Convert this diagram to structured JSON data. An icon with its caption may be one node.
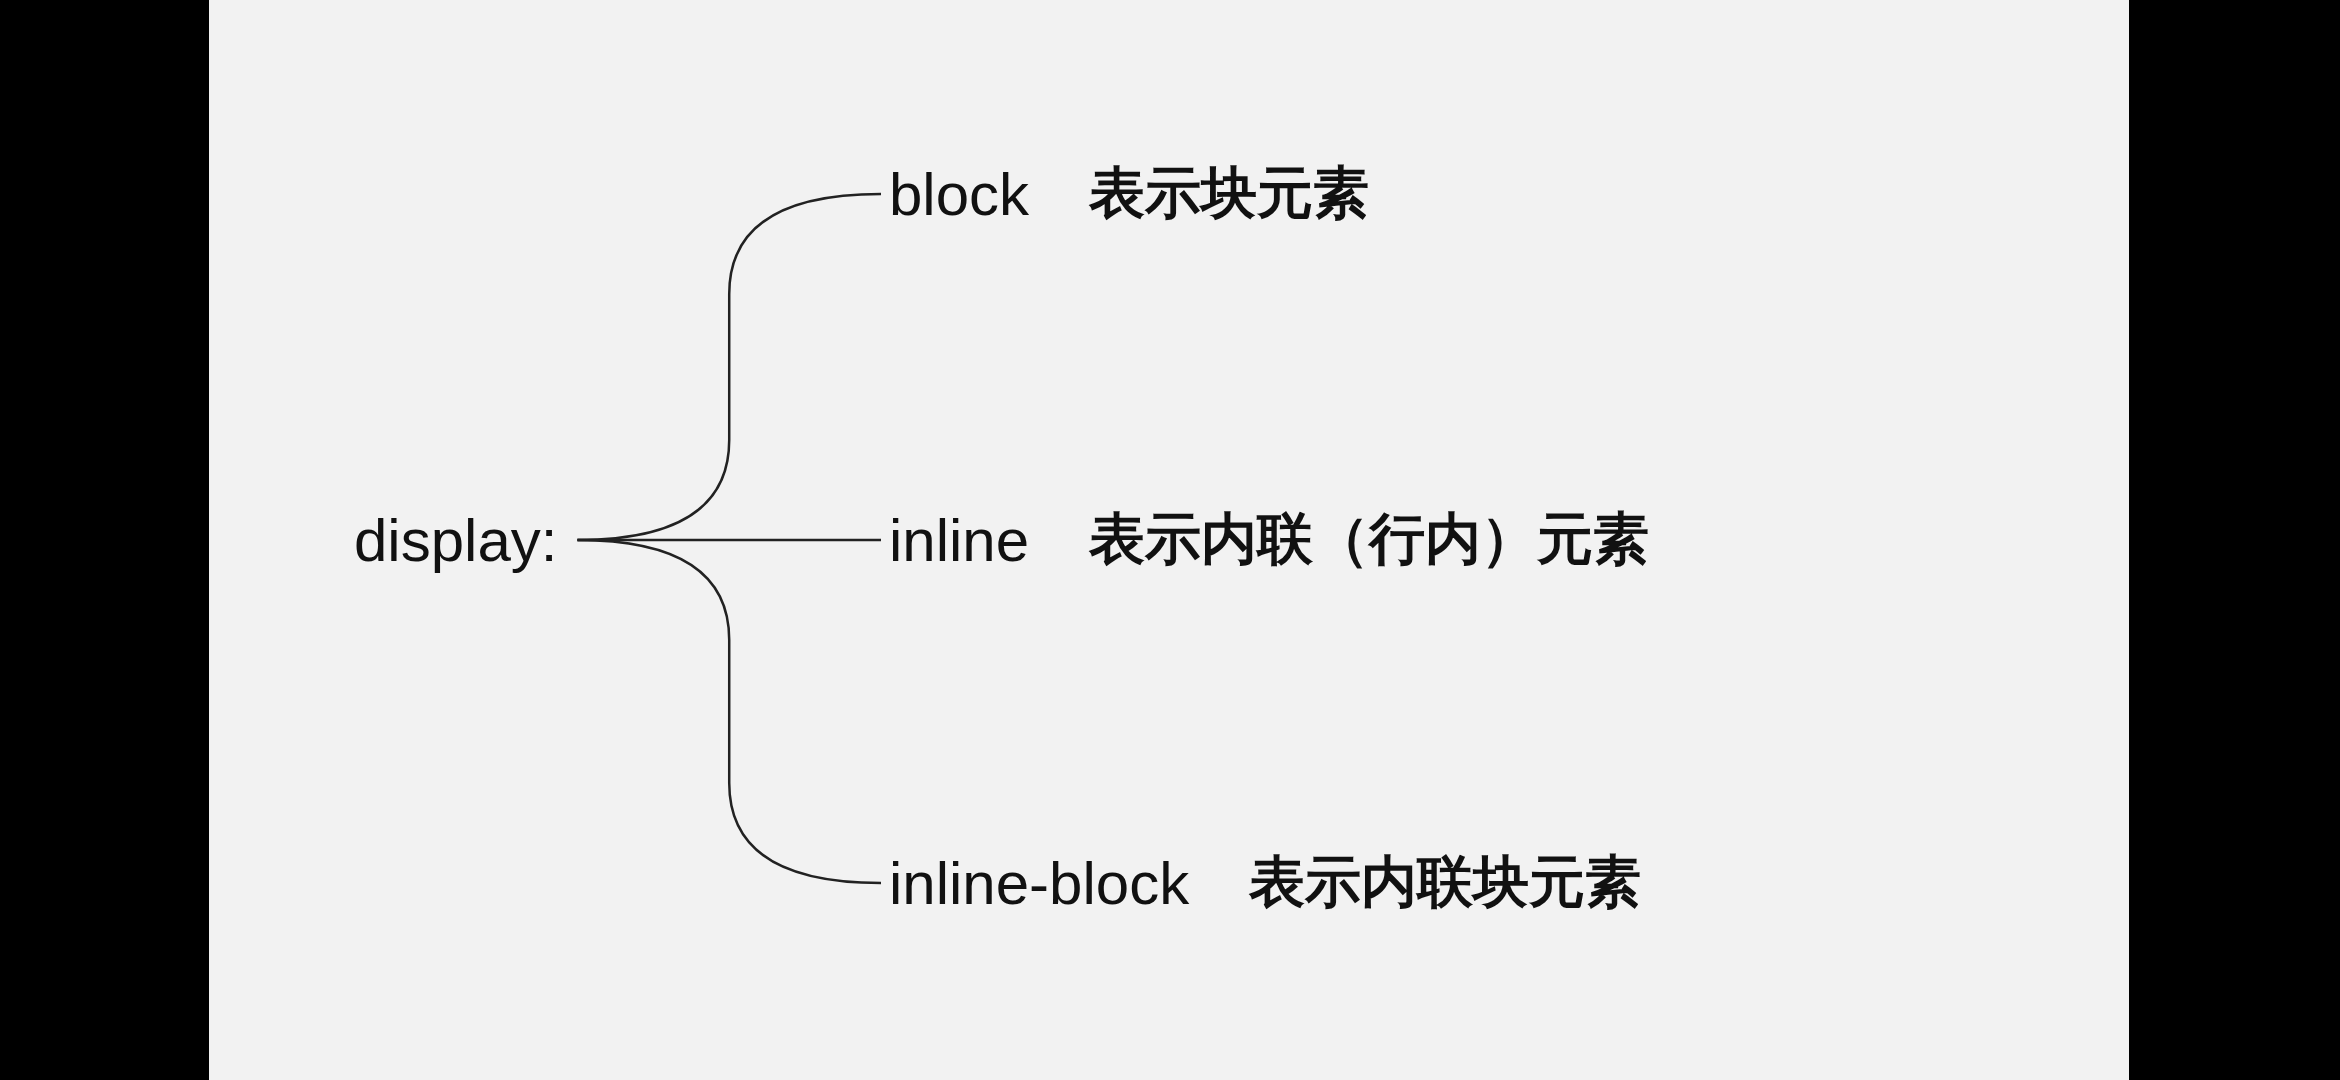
{
  "diagram": {
    "nodes": [
      {
        "text": [
          "display:"
        ]
      },
      {
        "text": [
          "block",
          "表示块元素"
        ]
      },
      {
        "text": [
          "inline",
          "表示内联（行内）元素"
        ]
      },
      {
        "text": [
          "inline-block",
          "表示内联块元素"
        ]
      }
    ],
    "edges": [
      {
        "from": 0,
        "to": 1,
        "arrow": "none"
      },
      {
        "from": 0,
        "to": 2,
        "arrow": "none"
      },
      {
        "from": 0,
        "to": 3,
        "arrow": "none"
      }
    ]
  }
}
